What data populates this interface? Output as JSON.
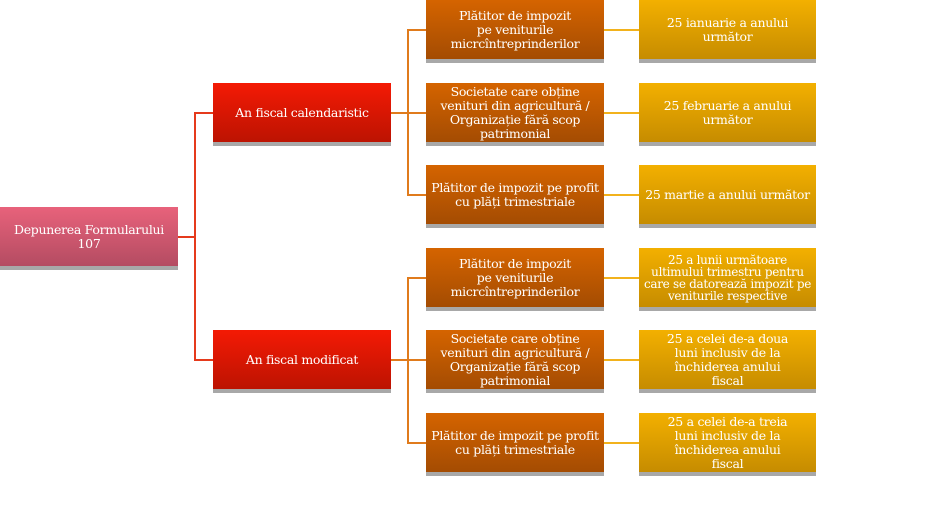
{
  "root": {
    "label": "Depunerea Formularului 107"
  },
  "branches": [
    {
      "label": "An fiscal calendaristic",
      "items": [
        {
          "category": "Plătitor de impozit pe veniturile micrcîntreprinderilor",
          "deadline": "25 ianuarie a anului următor"
        },
        {
          "category": "Societate care obține venituri din agricultură / Organizație fără scop patrimonial",
          "deadline": "25 februarie a anului următor"
        },
        {
          "category": "Plătitor de impozit pe profit cu plăți trimestriale",
          "deadline": "25 martie a anului următor"
        }
      ]
    },
    {
      "label": "An fiscal modificat",
      "items": [
        {
          "category": "Plătitor de impozit pe veniturile micrcîntreprinderilor",
          "deadline": "25 a lunii următoare ultimului trimestru pentru care se datorează impozit pe veniturile respective"
        },
        {
          "category": "Societate care obține venituri din agricultură / Organizație fără scop patrimonial",
          "deadline": "25 a celei de-a doua luni inclusiv de la închiderea anului fiscal"
        },
        {
          "category": "Plătitor de impozit pe profit cu plăți trimestriale",
          "deadline": "25 a celei de-a treia luni inclusiv de la închiderea anului fiscal"
        }
      ]
    }
  ]
}
